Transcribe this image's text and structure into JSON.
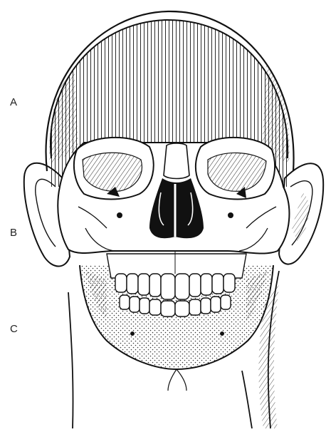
{
  "labels": {
    "a": "A",
    "b": "B",
    "c": "C"
  },
  "colors": {
    "ink": "#111111",
    "paper": "#ffffff",
    "stipple": "#333333"
  },
  "figure": {
    "subject": "skull-in-head-outline",
    "regions": [
      "upper-third-hatched",
      "middle-third",
      "lower-third-stippled"
    ]
  }
}
